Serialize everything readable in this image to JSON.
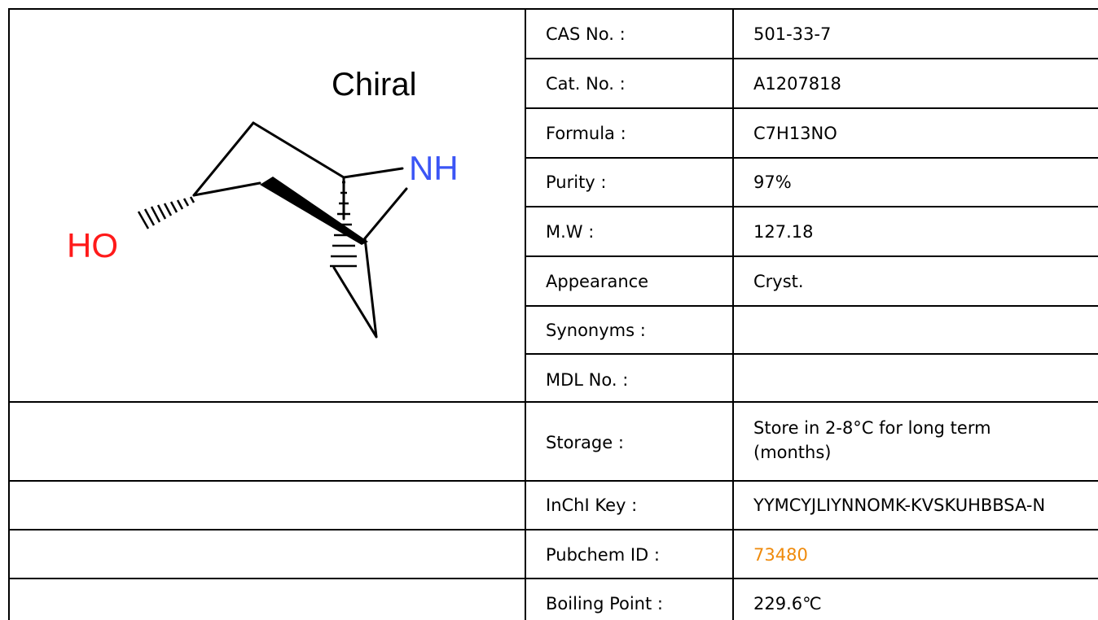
{
  "structure": {
    "label": "Chiral",
    "atoms": {
      "nh": "NH",
      "ho": "HO"
    },
    "colors": {
      "nitrogen": "#3b55f5",
      "oxygen": "#ff1a1a",
      "bond": "#000000"
    }
  },
  "properties": [
    {
      "label": "CAS No. :",
      "value": "501-33-7"
    },
    {
      "label": "Cat. No. :",
      "value": "A1207818"
    },
    {
      "label": "Formula :",
      "value": "C7H13NO"
    },
    {
      "label": "Purity :",
      "value": "97%"
    },
    {
      "label": "M.W :",
      "value": "127.18"
    },
    {
      "label": "Appearance",
      "value": "Cryst."
    },
    {
      "label": "Synonyms :",
      "value": ""
    },
    {
      "label": "MDL No. :",
      "value": ""
    },
    {
      "label": "Storage :",
      "value": "Store in 2-8°C for long term (months)"
    },
    {
      "label": "InChI Key :",
      "value": "YYMCYJLIYNNOMK-KVSKUHBBSA-N"
    },
    {
      "label": "Pubchem ID :",
      "value": "73480"
    },
    {
      "label": "Boiling Point :",
      "value": "229.6℃"
    }
  ],
  "link_color": "#ef8a0b"
}
